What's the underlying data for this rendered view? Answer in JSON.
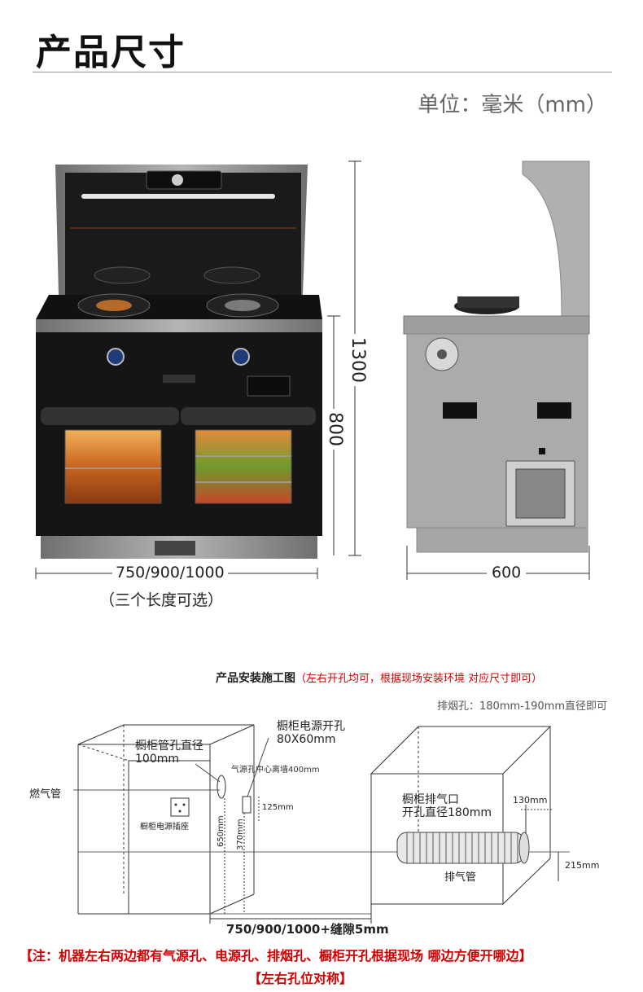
{
  "header": {
    "title": "产品尺寸",
    "unit": "单位：毫米（mm）"
  },
  "front_view": {
    "height_total": "1300",
    "height_body": "800",
    "width": "750/900/1000",
    "width_note": "（三个长度可选）"
  },
  "side_view": {
    "depth": "600"
  },
  "install": {
    "title": "产品安装施工图",
    "title_note": "（左右开孔均可，根据现场安装环境 对应尺寸即可）",
    "exhaust_hole": "排烟孔：180mm-190mm直径即可",
    "labels": {
      "cabinet_pipe_hole": "橱柜管孔直径",
      "cabinet_pipe_hole_size": "100mm",
      "power_hole": "橱柜电源开孔",
      "power_hole_size": "80X60mm",
      "gas_center": "气源孔中心离墙400mm",
      "gas_pipe": "燃气管",
      "socket": "橱柜电源插座",
      "dim_125": "125mm",
      "dim_650": "650mm",
      "dim_370": "370mm",
      "exhaust_port": "橱柜排气口",
      "exhaust_port_size": "开孔直径180mm",
      "dim_130": "130mm",
      "dim_215": "215mm",
      "exhaust_pipe": "排气管",
      "bottom_width": "750/900/1000+缝隙5mm"
    }
  },
  "notes": {
    "line1": "【注：机器左右两边都有气源孔、电源孔、排烟孔、橱柜开孔根据现场 哪边方便开哪边】",
    "line2": "【左右孔位对称】"
  },
  "colors": {
    "accent_red": "#d40000",
    "stove_black": "#151515",
    "steel_gray": "#a8a8a8"
  }
}
